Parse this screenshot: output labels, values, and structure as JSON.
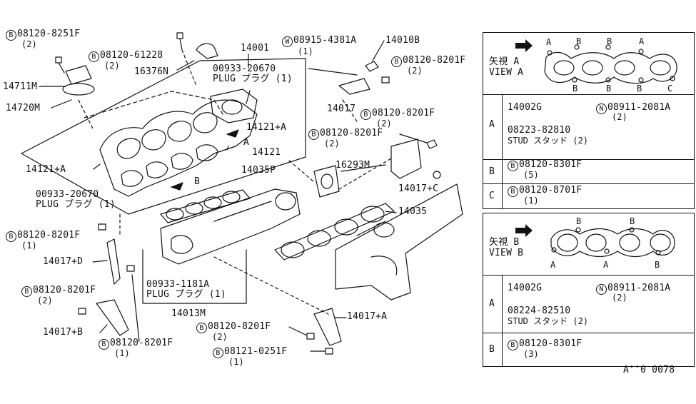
{
  "main": {
    "callouts": [
      {
        "id": "b1",
        "sym": "B",
        "code": "08120-8251F",
        "qty": "(2)"
      },
      {
        "id": "b2",
        "sym": "B",
        "code": "08120-61228",
        "qty": "(2)"
      },
      {
        "id": "w1",
        "sym": "W",
        "code": "08915-4381A",
        "qty": "(1)"
      },
      {
        "id": "b3",
        "sym": "B",
        "code": "08120-8201F",
        "qty": "(2)"
      },
      {
        "id": "b4",
        "sym": "B",
        "code": "08120-8201F",
        "qty": "(2)"
      },
      {
        "id": "b5",
        "sym": "B",
        "code": "08120-8201F",
        "qty": "(2)"
      },
      {
        "id": "b6",
        "sym": "B",
        "code": "08120-8201F",
        "qty": "(1)"
      },
      {
        "id": "b7",
        "sym": "B",
        "code": "08120-8201F",
        "qty": "(2)"
      },
      {
        "id": "b8",
        "sym": "B",
        "code": "08120-8201F",
        "qty": "(2)"
      },
      {
        "id": "b9",
        "sym": "B",
        "code": "08120-8201F",
        "qty": "(1)"
      },
      {
        "id": "b10",
        "sym": "B",
        "code": "08121-0251F",
        "qty": "(1)"
      }
    ],
    "parts": {
      "p14001": "14001",
      "p14010b": "14010B",
      "p16376n": "16376N",
      "p14711m": "14711M-",
      "p14720m": "14720M",
      "plug1_code": "00933-20670",
      "plug1_name": "PLUG プラグ (1)",
      "p14121a_r": "14121+A",
      "p14121": "14121",
      "arrowA": "A",
      "arrowB": "B",
      "p14121a_l": "14121+A",
      "plug2_code": "00933-20670",
      "plug2_name": "PLUG プラグ (1)",
      "p14017": "14017",
      "p16293m": "16293M",
      "p14017c": "14017+C",
      "p14035p": "14035P",
      "p14035": "14035",
      "p14017d": "14017+D",
      "p14017b": "14017+B",
      "plug3_code": "00933-1181A",
      "plug3_name": "PLUG プラグ (1)",
      "p14013m": "14013M",
      "p14017a": "14017+A"
    }
  },
  "viewA": {
    "title_jp": "矢視 A",
    "title_en": "VIEW A",
    "labels": [
      "A",
      "B",
      "B",
      "A",
      "B",
      "B",
      "B",
      "C"
    ],
    "rows": [
      {
        "key": "A",
        "line1": "14002G",
        "line2_sym": "N",
        "line2": "08911-2081A",
        "line2_qty": "(2)",
        "line3": "08223-82810",
        "line4": "STUD スタッド (2)"
      },
      {
        "key": "B",
        "sym": "B",
        "code": "08120-8301F",
        "qty": "(5)"
      },
      {
        "key": "C",
        "sym": "B",
        "code": "08120-8701F",
        "qty": "(1)"
      }
    ]
  },
  "viewB": {
    "title_jp": "矢視 B",
    "title_en": "VIEW B",
    "labels": [
      "B",
      "B",
      "A",
      "A",
      "B"
    ],
    "rows": [
      {
        "key": "A",
        "line1": "14002G",
        "line2_sym": "N",
        "line2": "08911-2081A",
        "line2_qty": "(2)",
        "line3": "08224-82510",
        "line4": "STUD スタッド (2)"
      },
      {
        "key": "B",
        "sym": "B",
        "code": "08120-8301F",
        "qty": "(3)"
      }
    ]
  },
  "footer": {
    "code": "A''0 0078"
  }
}
